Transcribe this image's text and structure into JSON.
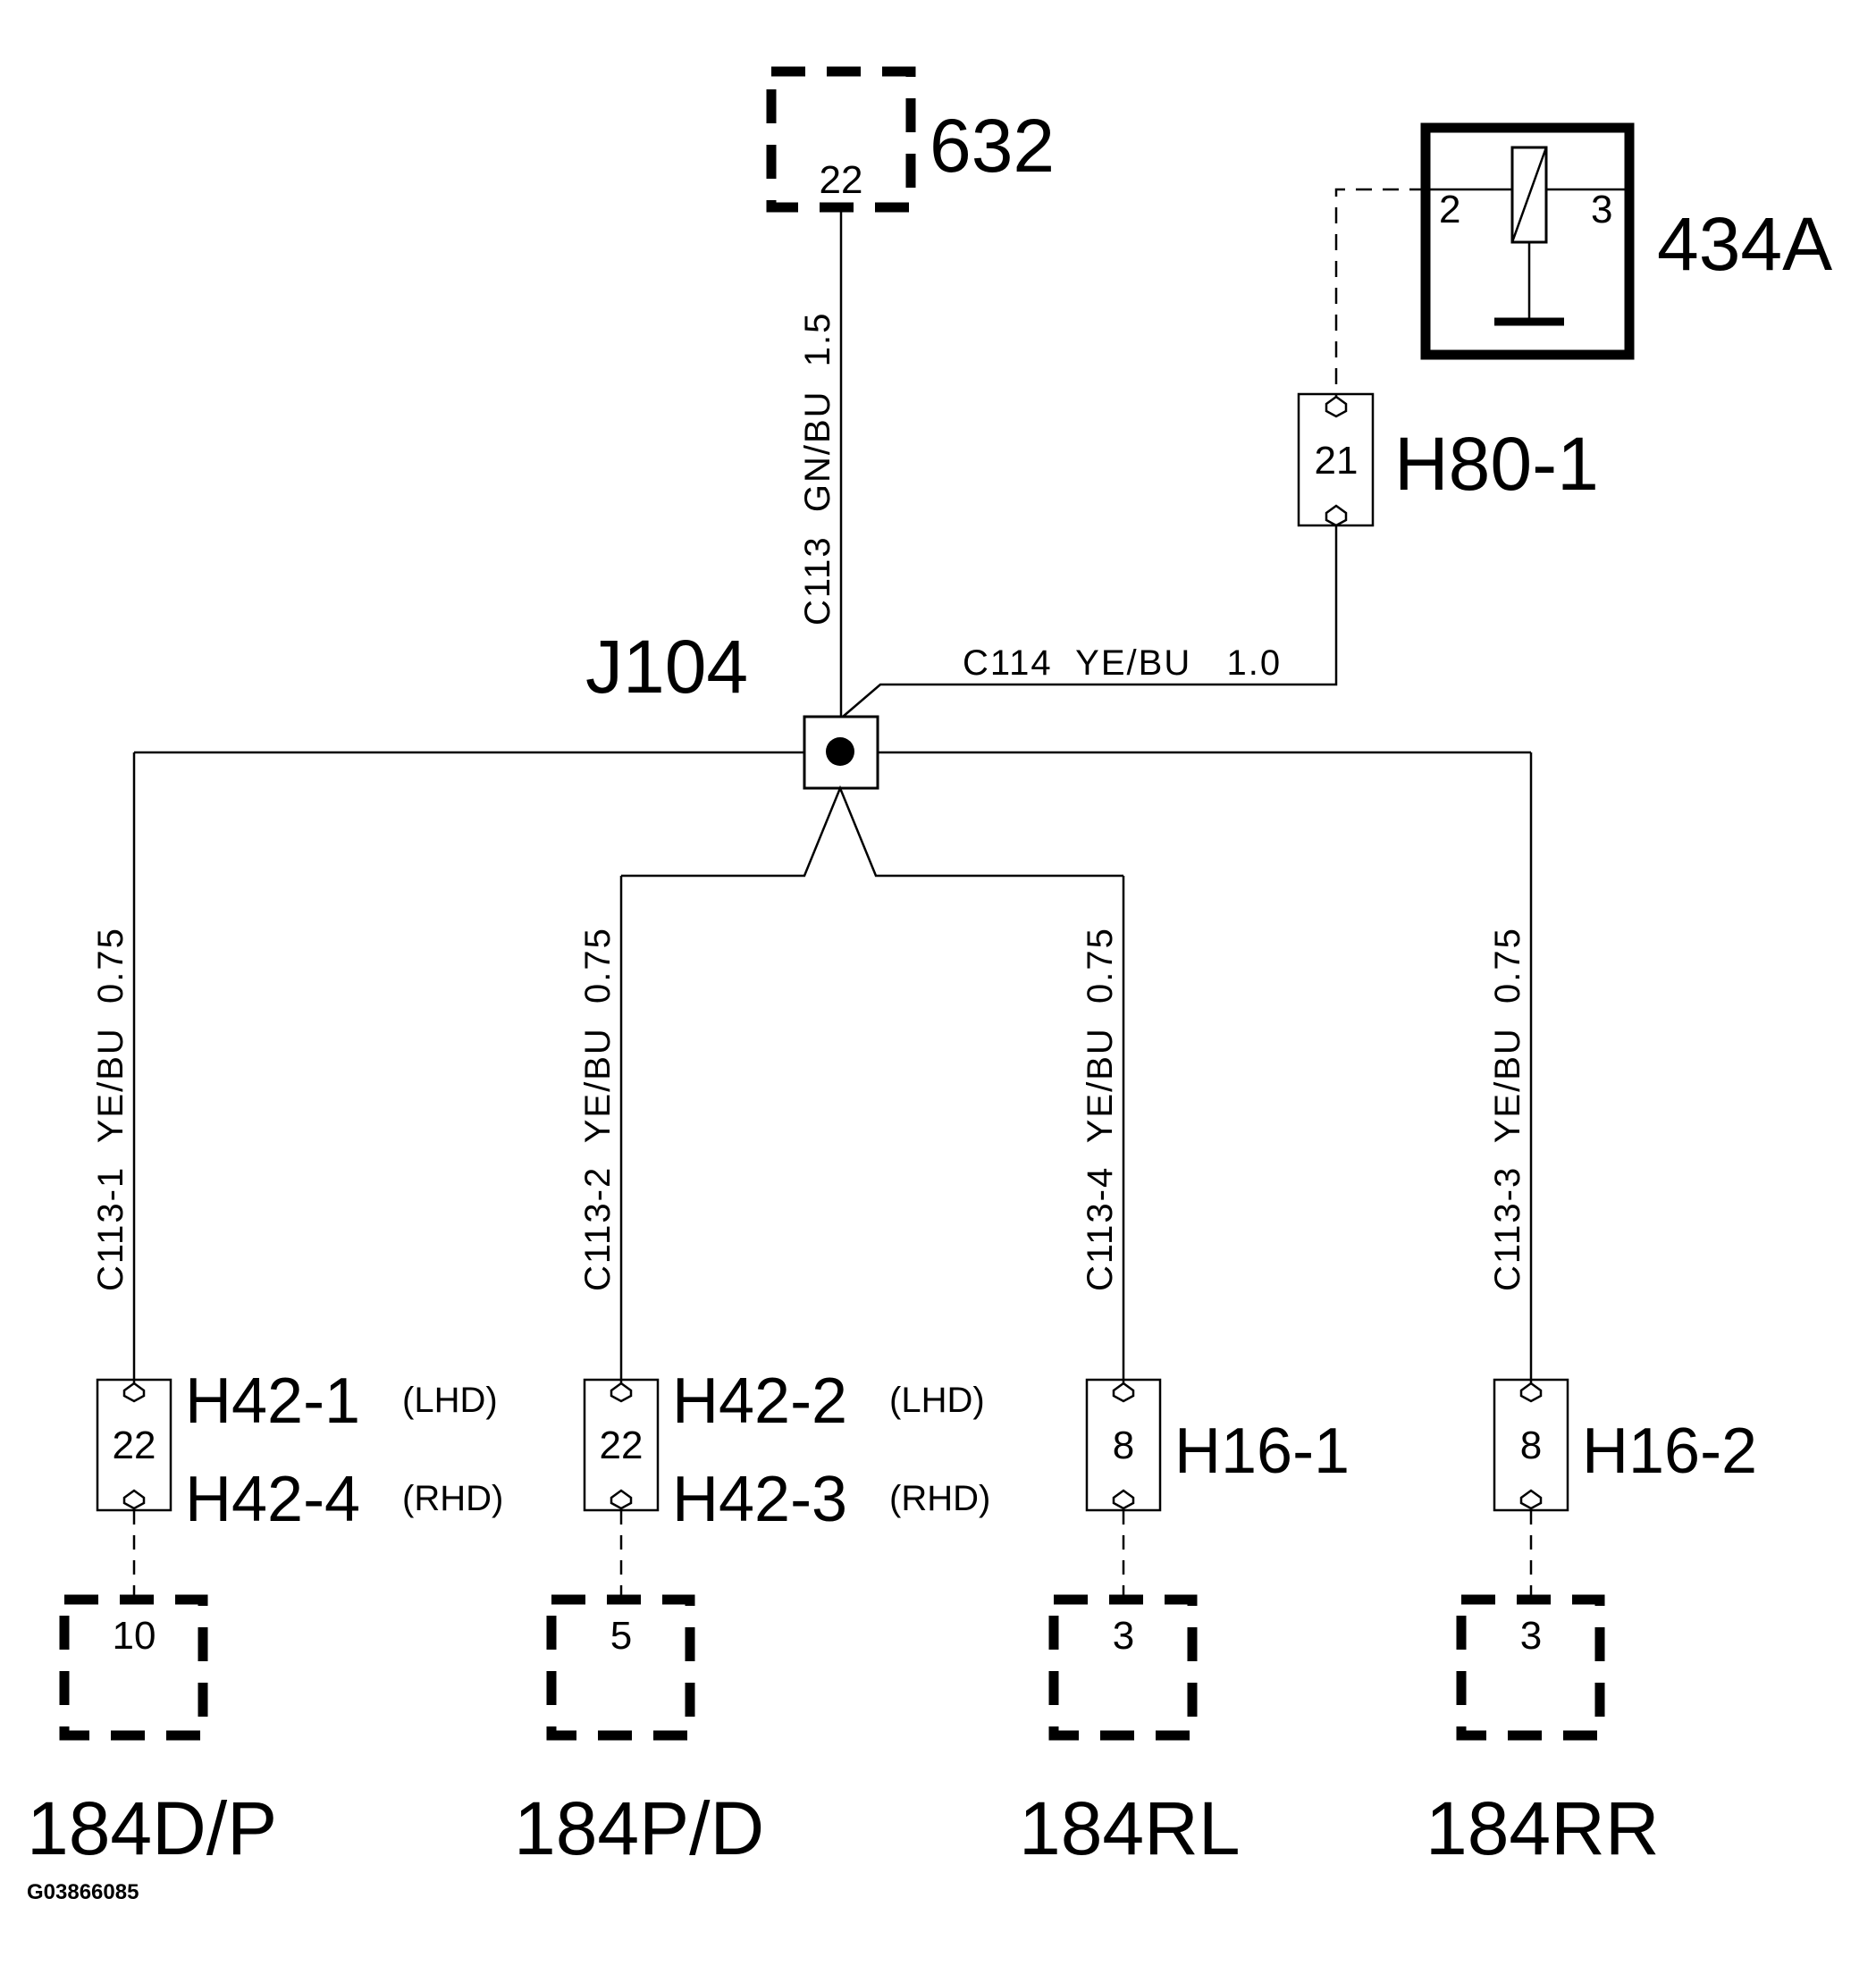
{
  "components": {
    "c632": {
      "name": "632",
      "pin": "22"
    },
    "c434a": {
      "name": "434A",
      "pin_left": "2",
      "pin_right": "3"
    },
    "h80": {
      "name": "H80-1",
      "pin": "21"
    },
    "j104": {
      "name": "J104"
    }
  },
  "wires": {
    "c113": "C113  GN/BU  1.5",
    "c114": "C114  YE/BU   1.0",
    "c113_1": "C113-1  YE/BU  0.75",
    "c113_2": "C113-2  YE/BU  0.75",
    "c113_4": "C113-4  YE/BU  0.75",
    "c113_3": "C113-3  YE/BU  0.75"
  },
  "branches": [
    {
      "conn_a": "H42-1",
      "tag_a": "(LHD)",
      "conn_b": "H42-4",
      "tag_b": "(RHD)",
      "pin": "22",
      "dest_pin": "10",
      "dest": "184D/P"
    },
    {
      "conn_a": "H42-2",
      "tag_a": "(LHD)",
      "conn_b": "H42-3",
      "tag_b": "(RHD)",
      "pin": "22",
      "dest_pin": "5",
      "dest": "184P/D"
    },
    {
      "conn_a": "H16-1",
      "pin": "8",
      "dest_pin": "3",
      "dest": "184RL"
    },
    {
      "conn_a": "H16-2",
      "pin": "8",
      "dest_pin": "3",
      "dest": "184RR"
    }
  ],
  "figure_id": "G03866085"
}
